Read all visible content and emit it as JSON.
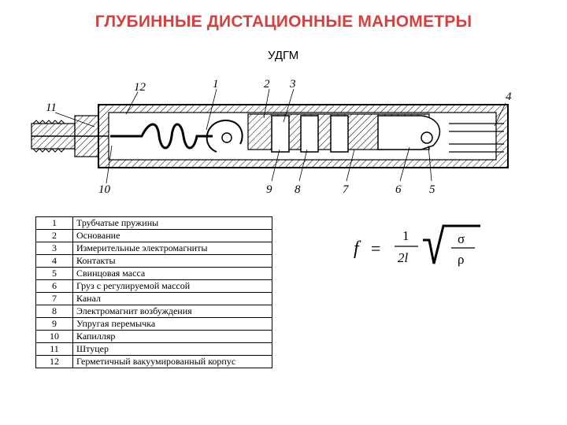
{
  "title": "ГЛУБИННЫЕ ДИСТАЦИОННЫЕ МАНОМЕТРЫ",
  "subtitle": "УДГМ",
  "callouts": [
    "1",
    "2",
    "3",
    "4",
    "5",
    "6",
    "7",
    "8",
    "9",
    "10",
    "11",
    "12"
  ],
  "legend": [
    {
      "num": "1",
      "text": "Трубчатые пружины"
    },
    {
      "num": "2",
      "text": "Основание"
    },
    {
      "num": "3",
      "text": "Измерительные электромагниты"
    },
    {
      "num": "4",
      "text": "Контакты"
    },
    {
      "num": "5",
      "text": "Свинцовая масса"
    },
    {
      "num": "6",
      "text": "Груз с регулируемой массой"
    },
    {
      "num": "7",
      "text": "Канал"
    },
    {
      "num": "8",
      "text": "Электромагнит возбуждения"
    },
    {
      "num": "9",
      "text": "Упругая перемычка"
    },
    {
      "num": "10",
      "text": "Капилляр"
    },
    {
      "num": "11",
      "text": "Штуцер"
    },
    {
      "num": "12",
      "text": "Герметичный вакуумированный корпус"
    }
  ],
  "formula": {
    "lhs": "f",
    "eq": "=",
    "num": "1",
    "den": "2l",
    "rad_num": "σ",
    "rad_den": "ρ"
  },
  "colors": {
    "title": "#d8403f",
    "ink": "#000000"
  }
}
